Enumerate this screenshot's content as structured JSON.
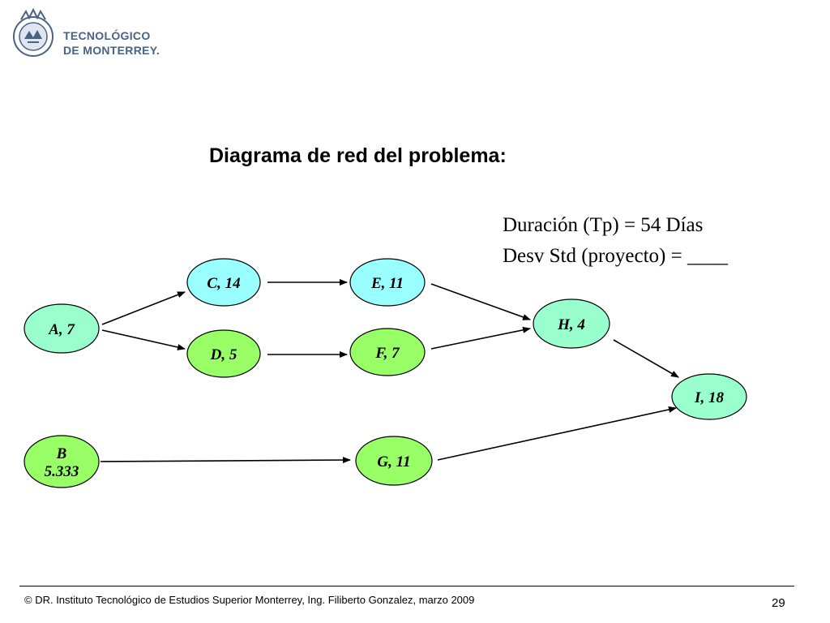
{
  "slide": {
    "logo": {
      "line1": "TECNOLÓGICO",
      "line2": "DE MONTERREY."
    },
    "title": "Diagrama de red del problema:",
    "info": {
      "duration": "Duración (Tp) = 54 Días",
      "std_dev": "Desv Std (proyecto) = ____"
    },
    "footer": {
      "text": "© DR. Instituto Tecnológico de Estudios Superior  Monterrey, Ing. Filiberto Gonzalez,  marzo 2009",
      "page_number": "29"
    }
  },
  "diagram": {
    "nodes": [
      {
        "id": "A",
        "lines": [
          "A, 7"
        ],
        "fill": "#99ffcc"
      },
      {
        "id": "C",
        "lines": [
          "C, 14"
        ],
        "fill": "#99ffff"
      },
      {
        "id": "D",
        "lines": [
          "D, 5"
        ],
        "fill": "#99ff66"
      },
      {
        "id": "E",
        "lines": [
          "E, 11"
        ],
        "fill": "#99ffff"
      },
      {
        "id": "F",
        "lines": [
          "F, 7"
        ],
        "fill": "#99ff66"
      },
      {
        "id": "H",
        "lines": [
          "H, 4"
        ],
        "fill": "#99ffcc"
      },
      {
        "id": "I",
        "lines": [
          "I, 18"
        ],
        "fill": "#99ffcc"
      },
      {
        "id": "B",
        "lines": [
          "B",
          "5.333"
        ],
        "fill": "#99ff66"
      },
      {
        "id": "G",
        "lines": [
          "G, 11"
        ],
        "fill": "#99ff66"
      }
    ],
    "edges": [
      {
        "from": "A",
        "to": "C"
      },
      {
        "from": "A",
        "to": "D"
      },
      {
        "from": "C",
        "to": "E"
      },
      {
        "from": "D",
        "to": "F"
      },
      {
        "from": "E",
        "to": "H"
      },
      {
        "from": "F",
        "to": "H"
      },
      {
        "from": "H",
        "to": "I"
      },
      {
        "from": "B",
        "to": "G"
      },
      {
        "from": "G",
        "to": "I"
      }
    ]
  }
}
